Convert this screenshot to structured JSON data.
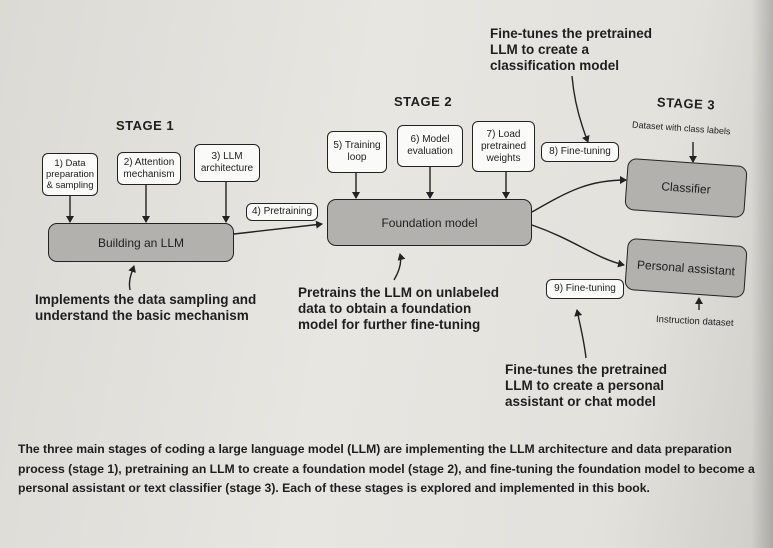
{
  "stages": {
    "stage1": "STAGE 1",
    "stage2": "STAGE 2",
    "stage3": "STAGE 3"
  },
  "steps": {
    "s1": "1) Data\npreparation\n& sampling",
    "s2": "2) Attention\nmechanism",
    "s3": "3) LLM\narchitecture",
    "s4": "4) Pretraining",
    "s5": "5) Training\nloop",
    "s6": "6) Model\nevaluation",
    "s7": "7) Load\npretrained\nweights",
    "s8": "8) Fine-tuning",
    "s9": "9) Fine-tuning"
  },
  "blocks": {
    "building": "Building an LLM",
    "foundation": "Foundation model",
    "classifier": "Classifier",
    "assistant": "Personal assistant"
  },
  "labels": {
    "dataset_class": "Dataset with class labels",
    "instruction_dataset": "Instruction dataset"
  },
  "notes": {
    "stage1": "Implements the data sampling and\nunderstand the basic mechanism",
    "stage2": "Pretrains the LLM on unlabeled\ndata to obtain a foundation\nmodel for further fine-tuning",
    "classification": "Fine-tunes the pretrained\nLLM to create a\nclassification model",
    "assistant": "Fine-tunes the pretrained\nLLM to create a personal\nassistant or chat model"
  },
  "caption": "The three main stages of coding a large language model (LLM) are implementing the LLM architecture and data preparation process (stage 1), pretraining an LLM to create a foundation model (stage 2), and fine-tuning the foundation model to become a personal assistant or text classifier (stage 3). Each of these stages is explored and implemented in this book."
}
